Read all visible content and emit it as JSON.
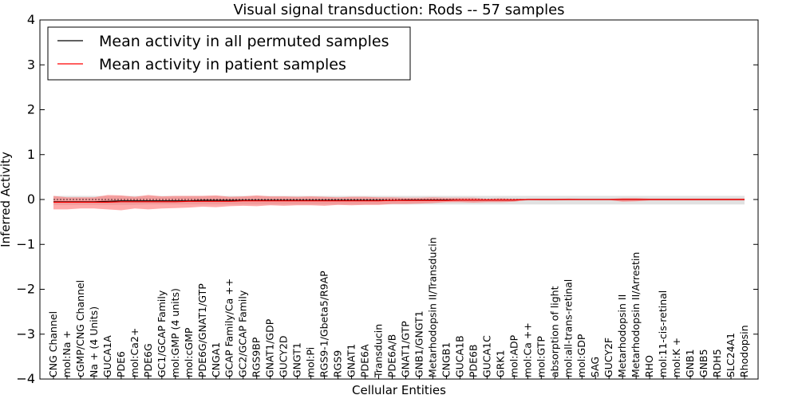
{
  "chart_data": {
    "type": "line",
    "title": "Visual signal transduction: Rods -- 57 samples",
    "xlabel": "Cellular Entities",
    "ylabel": "Inferred Activity",
    "ylim": [
      -4,
      4
    ],
    "yticks": [
      -4,
      -3,
      -2,
      -1,
      0,
      1,
      2,
      3,
      4
    ],
    "ytick_labels": [
      "−4",
      "−3",
      "−2",
      "−1",
      "0",
      "1",
      "2",
      "3",
      "4"
    ],
    "grid": false,
    "legend_position": "top-left",
    "categories": [
      "CNG Channel",
      "mol:Na +",
      "cGMP/CNG Channel",
      "Na + (4 Units)",
      "GUCA1A",
      "PDE6",
      "mol:Ca2+",
      "PDE6G",
      "GC1/GCAP Family",
      "mol:GMP (4 units)",
      "mol:cGMP",
      "PDE6G/GNAT1/GTP",
      "CNGA1",
      "GCAP Family/Ca ++",
      "GC2/GCAP Family",
      "RGS9BP",
      "GNAT1/GDP",
      "GUCY2D",
      "GNGT1",
      "mol:Pi",
      "RGS9-1/Gbeta5/R9AP",
      "RGS9",
      "GNAT1",
      "PDE6A",
      "Transducin",
      "PDE6A/B",
      "GNAT1/GTP",
      "GNB1/GNGT1",
      "Metarhodopsin II/Transducin",
      "CNGB1",
      "GUCA1B",
      "PDE6B",
      "GUCA1C",
      "GRK1",
      "mol:ADP",
      "mol:Ca ++",
      "mol:GTP",
      "absorption of light",
      "mol:all-trans-retinal",
      "mol:GDP",
      "SAG",
      "GUCY2F",
      "Metarhodopsin II",
      "Metarhodopsin II/Arrestin",
      "RHO",
      "mol:11-cis-retinal",
      "mol:K +",
      "GNB1",
      "GNB5",
      "RDH5",
      "SLC24A1",
      "Rhodopsin"
    ],
    "series": [
      {
        "name": "Mean activity in all permuted samples",
        "color": "#000000",
        "band_color": "#bdbdbd",
        "values": [
          -0.05,
          -0.05,
          -0.05,
          -0.05,
          -0.04,
          -0.03,
          -0.03,
          -0.03,
          -0.03,
          -0.03,
          -0.03,
          -0.02,
          -0.02,
          -0.02,
          -0.02,
          -0.02,
          -0.02,
          -0.02,
          -0.02,
          -0.02,
          -0.02,
          -0.02,
          -0.02,
          -0.02,
          -0.02,
          -0.02,
          -0.01,
          -0.01,
          -0.01,
          -0.01,
          -0.01,
          -0.01,
          -0.01,
          -0.01,
          -0.01,
          0.0,
          0.0,
          0.0,
          0.0,
          0.0,
          0.0,
          0.0,
          0.0,
          0.0,
          0.0,
          0.0,
          0.0,
          0.0,
          0.0,
          0.0,
          0.0,
          0.0
        ],
        "lower": [
          -0.12,
          -0.12,
          -0.12,
          -0.12,
          -0.12,
          -0.12,
          -0.12,
          -0.11,
          -0.11,
          -0.11,
          -0.11,
          -0.11,
          -0.11,
          -0.11,
          -0.11,
          -0.11,
          -0.11,
          -0.11,
          -0.11,
          -0.11,
          -0.11,
          -0.11,
          -0.11,
          -0.11,
          -0.11,
          -0.11,
          -0.11,
          -0.11,
          -0.11,
          -0.11,
          -0.11,
          -0.11,
          -0.11,
          -0.11,
          -0.11,
          -0.11,
          -0.11,
          -0.11,
          -0.11,
          -0.11,
          -0.11,
          -0.11,
          -0.11,
          -0.11,
          -0.11,
          -0.11,
          -0.11,
          -0.11,
          -0.11,
          -0.11,
          -0.11,
          -0.11
        ],
        "upper": [
          0.08,
          0.08,
          0.08,
          0.08,
          0.08,
          0.08,
          0.08,
          0.08,
          0.08,
          0.08,
          0.08,
          0.08,
          0.08,
          0.08,
          0.08,
          0.08,
          0.08,
          0.08,
          0.08,
          0.08,
          0.08,
          0.08,
          0.08,
          0.08,
          0.08,
          0.08,
          0.08,
          0.08,
          0.08,
          0.08,
          0.08,
          0.08,
          0.08,
          0.08,
          0.08,
          0.08,
          0.08,
          0.08,
          0.08,
          0.08,
          0.08,
          0.08,
          0.08,
          0.08,
          0.08,
          0.08,
          0.08,
          0.08,
          0.08,
          0.08,
          0.08,
          0.08
        ]
      },
      {
        "name": "Mean activity in patient samples",
        "color": "#ff0000",
        "band_color": "#ff6666",
        "values": [
          -0.06,
          -0.06,
          -0.06,
          -0.06,
          -0.06,
          -0.05,
          -0.05,
          -0.05,
          -0.05,
          -0.05,
          -0.04,
          -0.04,
          -0.04,
          -0.04,
          -0.03,
          -0.03,
          -0.03,
          -0.03,
          -0.03,
          -0.03,
          -0.03,
          -0.03,
          -0.03,
          -0.03,
          -0.03,
          -0.02,
          -0.02,
          -0.02,
          -0.02,
          -0.02,
          -0.01,
          -0.01,
          -0.01,
          -0.01,
          -0.01,
          0.0,
          0.0,
          0.0,
          0.0,
          0.0,
          0.0,
          0.0,
          0.0,
          0.0,
          0.0,
          0.0,
          0.0,
          0.0,
          0.0,
          0.0,
          0.0,
          0.0
        ],
        "lower": [
          -0.22,
          -0.22,
          -0.2,
          -0.2,
          -0.22,
          -0.24,
          -0.2,
          -0.22,
          -0.2,
          -0.19,
          -0.18,
          -0.16,
          -0.17,
          -0.15,
          -0.14,
          -0.15,
          -0.13,
          -0.14,
          -0.13,
          -0.13,
          -0.14,
          -0.12,
          -0.13,
          -0.12,
          -0.12,
          -0.1,
          -0.1,
          -0.09,
          -0.08,
          -0.06,
          -0.06,
          -0.07,
          -0.06,
          -0.06,
          -0.05,
          -0.01,
          -0.02,
          -0.02,
          -0.01,
          -0.01,
          -0.01,
          -0.01,
          -0.05,
          -0.04,
          -0.02,
          -0.02,
          -0.02,
          -0.02,
          -0.02,
          -0.02,
          -0.02,
          -0.02
        ],
        "upper": [
          0.08,
          0.05,
          0.05,
          0.05,
          0.1,
          0.09,
          0.06,
          0.1,
          0.07,
          0.08,
          0.08,
          0.08,
          0.09,
          0.06,
          0.07,
          0.09,
          0.07,
          0.07,
          0.06,
          0.07,
          0.06,
          0.05,
          0.06,
          0.06,
          0.05,
          0.05,
          0.04,
          0.04,
          0.05,
          0.04,
          0.04,
          0.04,
          0.02,
          0.03,
          0.02,
          0.01,
          0.01,
          0.01,
          0.02,
          0.01,
          0.01,
          0.01,
          0.03,
          0.03,
          0.02,
          0.02,
          0.02,
          0.02,
          0.02,
          0.02,
          0.02,
          0.02
        ]
      }
    ]
  }
}
